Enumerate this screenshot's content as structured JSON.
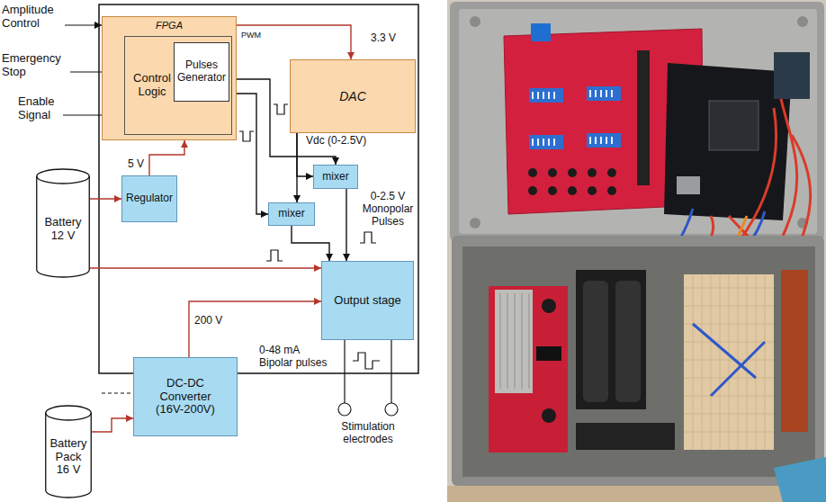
{
  "diagram": {
    "nodes": [
      {
        "text": [
          "FPGA"
        ]
      },
      {
        "text": [
          "Control Logic"
        ],
        "in": 0
      },
      {
        "text": [
          "Pulses Generator"
        ],
        "in": 1
      },
      {
        "text": [
          "DAC"
        ]
      },
      {
        "text": [
          "Battery 12 V"
        ]
      },
      {
        "text": [
          "Regulator"
        ]
      },
      {
        "text": [
          "mixer"
        ]
      },
      {
        "text": [
          "mixer"
        ]
      },
      {
        "text": [
          "Output stage"
        ]
      },
      {
        "text": [
          "DC-DC Converter (16V-200V)"
        ]
      },
      {
        "text": [
          "Battery Pack 16 V"
        ]
      }
    ],
    "edges": [
      {
        "from": 0,
        "to": 3,
        "arrow": "to"
      },
      {
        "from": 5,
        "to": 0,
        "arrow": "to"
      },
      {
        "from": 4,
        "to": 5,
        "arrow": "to"
      },
      {
        "from": 4,
        "to": 8,
        "arrow": "to"
      },
      {
        "from": 2,
        "to": 6,
        "arrow": "to"
      },
      {
        "from": 2,
        "to": 7,
        "arrow": "to"
      },
      {
        "from": 3,
        "to": 6,
        "arrow": "to"
      },
      {
        "from": 3,
        "to": 7,
        "arrow": "to"
      },
      {
        "from": 6,
        "to": 8,
        "arrow": "to"
      },
      {
        "from": 7,
        "to": 8,
        "arrow": "to"
      },
      {
        "from": 9,
        "to": 8,
        "arrow": "to"
      },
      {
        "from": 10,
        "to": 9,
        "arrow": "to"
      }
    ],
    "labels": [
      "Amplitude Control",
      "Emergency Stop",
      "Enable Signal",
      "PWM",
      "3.3 V",
      "5 V",
      "Vdc (0-2.5V)",
      "0-2.5 V Monopolar Pulses",
      "200 V",
      "0-48 mA Bipolar pulses",
      "Stimulation electrodes"
    ]
  }
}
